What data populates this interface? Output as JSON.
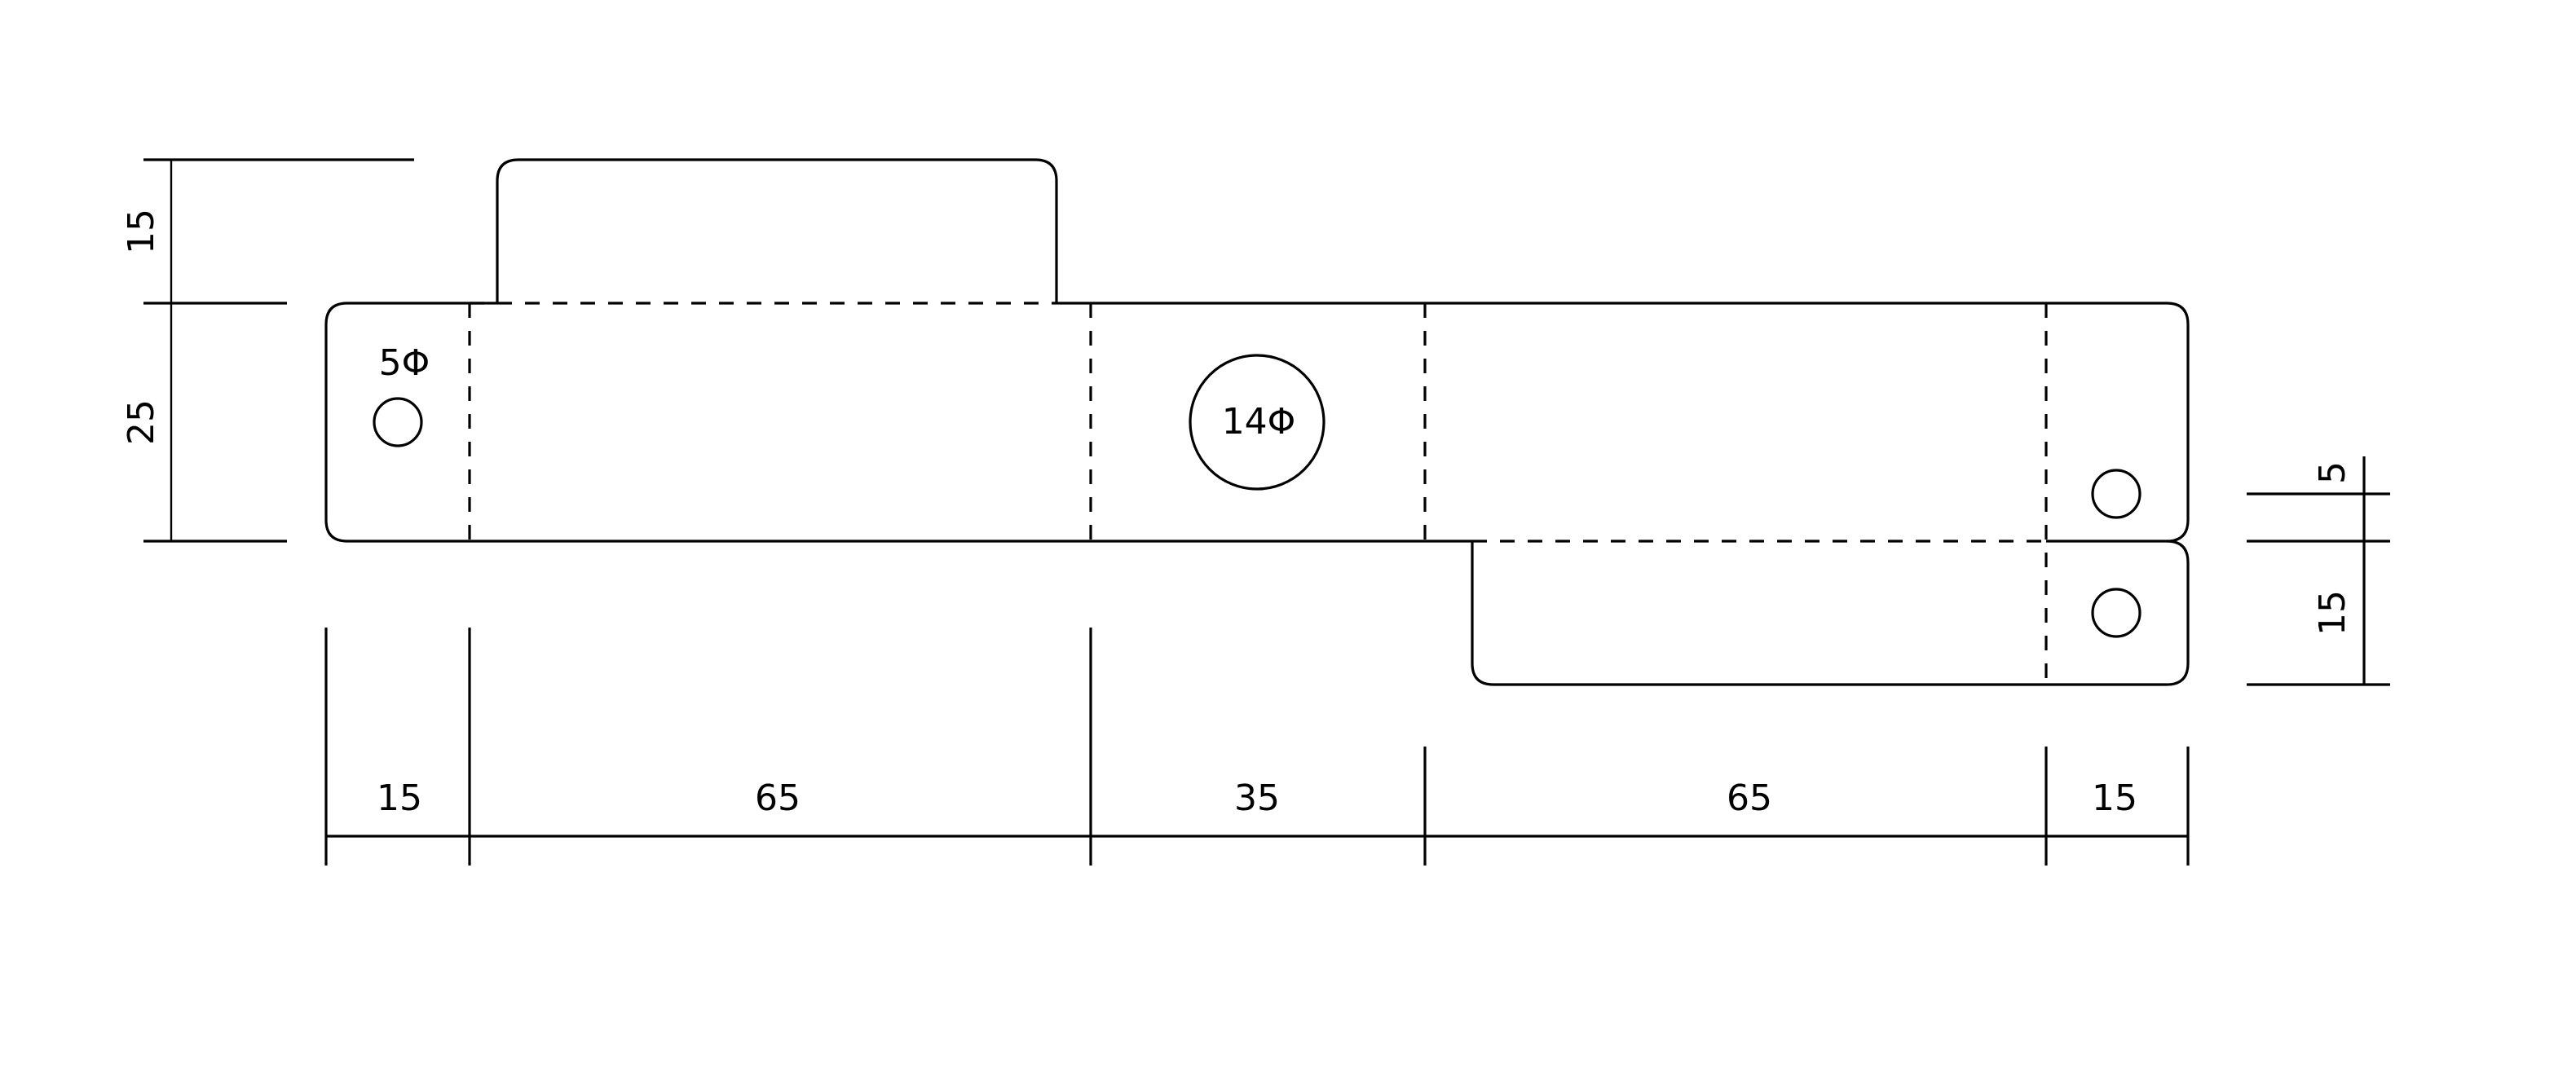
{
  "drawing": {
    "hole_labels": {
      "small_hole": "5Φ",
      "large_hole": "14Φ"
    },
    "left_dimensions": [
      "15",
      "25"
    ],
    "right_dimensions": [
      "5",
      "15"
    ],
    "bottom_dimensions": [
      "15",
      "65",
      "35",
      "65",
      "15"
    ],
    "line_color": "#000000",
    "background": "#ffffff"
  }
}
